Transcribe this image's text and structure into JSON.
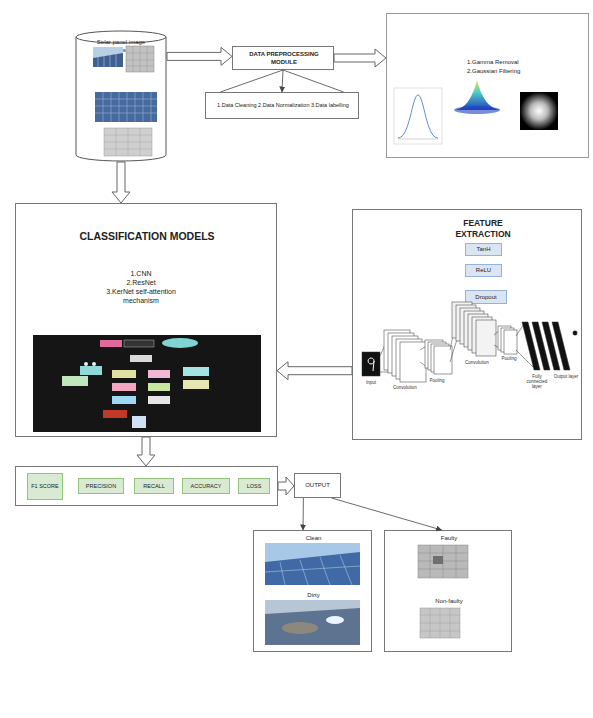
{
  "diagram": {
    "nodes": [
      {
        "text": [
          "Solar panel image dataset"
        ]
      },
      {
        "text": [
          "DATA PREPROCESSING MODULE"
        ]
      },
      {
        "text": [
          "1.Data Cleaning 2.Data Normalization 3.Data labelling"
        ]
      },
      {
        "text": [
          "1.Gamma Removal",
          "2.Gaussian Filtering"
        ]
      },
      {
        "text": [
          "CLASSIFICATION MODELS",
          "1.CNN",
          "2.ResNet",
          "3.KerNet self-attention mechanism"
        ]
      },
      {
        "text": [
          "FEATURE EXTRACTION"
        ]
      },
      {
        "text": [
          "TanH"
        ],
        "in": 5
      },
      {
        "text": [
          "ReLU"
        ],
        "in": 5
      },
      {
        "text": [
          "Dropout"
        ],
        "in": 5
      },
      {
        "text": []
      },
      {
        "text": [
          "F1 SCORE"
        ],
        "in": 9
      },
      {
        "text": [
          "PRECISION"
        ],
        "in": 9
      },
      {
        "text": [
          "RECALL"
        ],
        "in": 9
      },
      {
        "text": [
          "ACCURACY"
        ],
        "in": 9
      },
      {
        "text": [
          "LOSS"
        ],
        "in": 9
      },
      {
        "text": [
          "OUTPUT"
        ]
      },
      {
        "text": [
          "Clean",
          "Dirty"
        ]
      },
      {
        "text": [
          "Faulty",
          "Non-faulty"
        ]
      }
    ],
    "edges": [
      {
        "from": 0,
        "to": 1,
        "arrow": "to"
      },
      {
        "from": 1,
        "to": 2,
        "arrow": "to"
      },
      {
        "from": 1,
        "to": 3,
        "arrow": "to"
      },
      {
        "from": 0,
        "to": 4,
        "arrow": "to"
      },
      {
        "from": 5,
        "to": 4,
        "arrow": "to"
      },
      {
        "from": 4,
        "to": 9,
        "arrow": "to"
      },
      {
        "from": 9,
        "to": 15,
        "arrow": "to"
      },
      {
        "from": 15,
        "to": 16,
        "arrow": "to"
      },
      {
        "from": 15,
        "to": 17,
        "arrow": "to"
      }
    ],
    "labels": [
      "Input",
      "Convolution",
      "Pooling",
      "Convolution",
      "Pooling",
      "Fully connected layer",
      "Output layer"
    ]
  }
}
